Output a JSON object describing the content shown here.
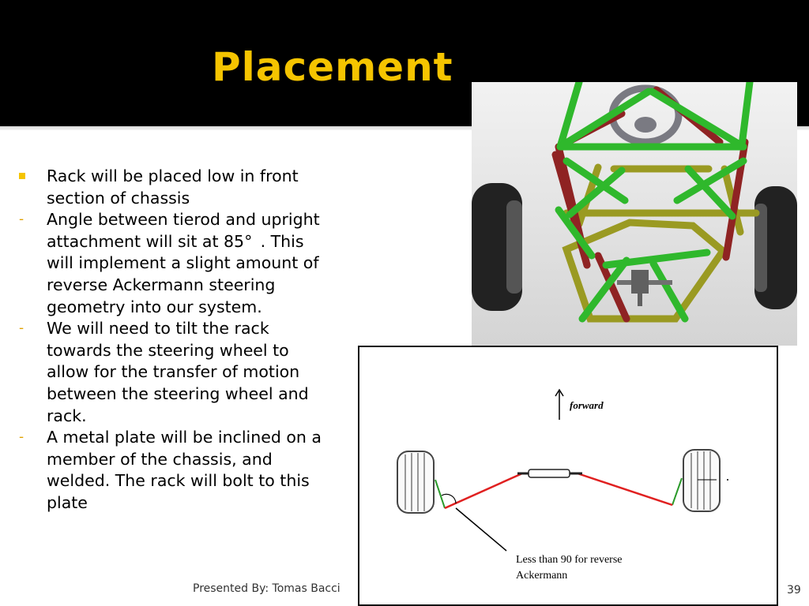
{
  "slide": {
    "title": "Placement",
    "bullets": [
      {
        "marker": "square",
        "text": "Rack will be placed low in front section of chassis"
      },
      {
        "marker": "dash",
        "text": "Angle between tierod and upright attachment will sit at 85° . This will implement a slight amount of reverse Ackermann steering geometry into our system."
      },
      {
        "marker": "dash",
        "text": "We will need to tilt the rack towards the steering wheel to allow for the transfer of motion between the steering wheel and rack."
      },
      {
        "marker": "dash",
        "text": "A metal plate will be inclined on a member of the chassis, and welded. The rack will bolt to this plate"
      }
    ],
    "dash_marker": "-",
    "footer": "Presented By: Tomas Bacci",
    "page_number": "39"
  },
  "diagram": {
    "forward_label": "forward",
    "note_line1": "Less than 90 for reverse",
    "note_line2": "Ackermann"
  },
  "colors": {
    "header_bg": "#000000",
    "accent": "#f5c400",
    "tube_green": "#2fb82c",
    "tube_red": "#8f2323",
    "tube_olive": "#9a9a22",
    "tierod_red": "#e02020"
  },
  "icons": {
    "bullet_1": "square-bullet-icon",
    "forward": "up-arrow-icon"
  }
}
